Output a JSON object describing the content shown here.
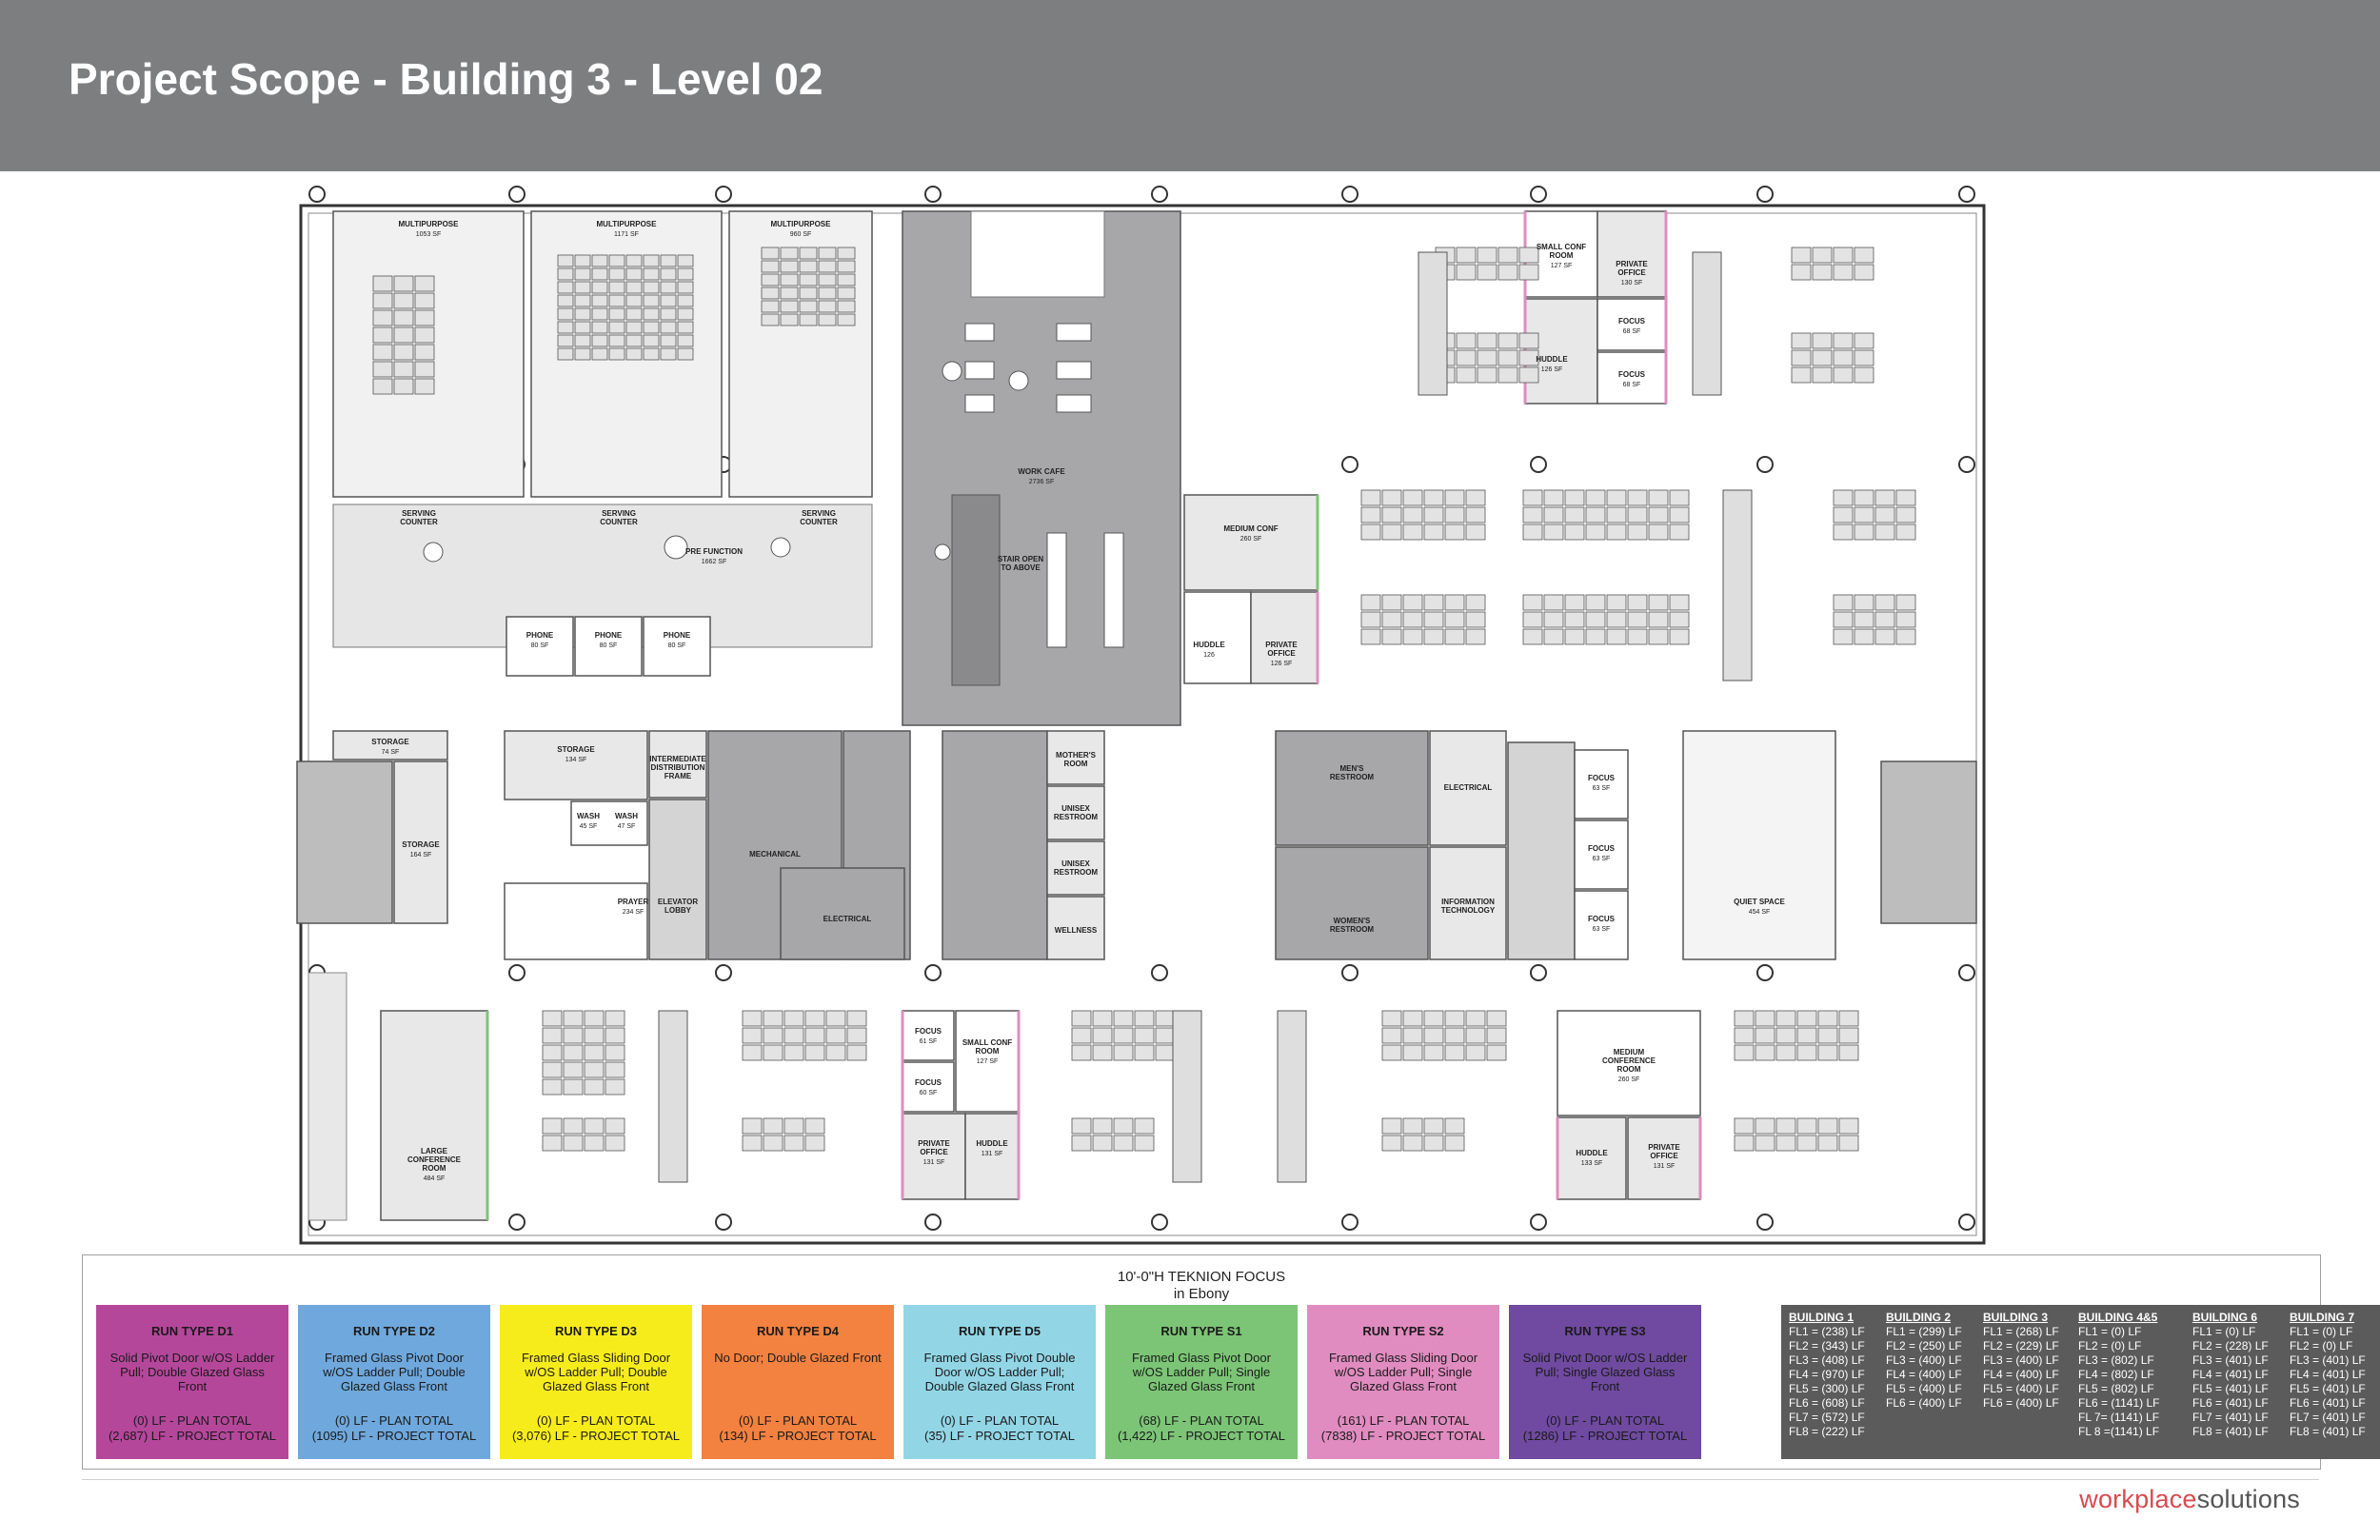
{
  "header": {
    "title": "Project Scope - Building 3 - Level 02"
  },
  "rooms": [
    {
      "id": "mp1",
      "label": "MULTIPURPOSE",
      "area": "1053 SF"
    },
    {
      "id": "mp2",
      "label": "MULTIPURPOSE",
      "area": "1171 SF"
    },
    {
      "id": "mp3",
      "label": "MULTIPURPOSE",
      "area": "960 SF"
    },
    {
      "id": "sc1",
      "label": "SERVING COUNTER",
      "area": ""
    },
    {
      "id": "sc2",
      "label": "SERVING COUNTER",
      "area": ""
    },
    {
      "id": "sc3",
      "label": "SERVING COUNTER",
      "area": ""
    },
    {
      "id": "pre",
      "label": "PRE FUNCTION",
      "area": "1662 SF"
    },
    {
      "id": "ph1",
      "label": "PHONE",
      "area": "80 SF"
    },
    {
      "id": "ph2",
      "label": "PHONE",
      "area": "80 SF"
    },
    {
      "id": "ph3",
      "label": "PHONE",
      "area": "80 SF"
    },
    {
      "id": "cafe",
      "label": "WORK CAFE",
      "area": "2736 SF"
    },
    {
      "id": "stair",
      "label": "STAIR OPEN TO ABOVE",
      "area": ""
    },
    {
      "id": "mconf",
      "label": "MEDIUM CONF",
      "area": "260 SF"
    },
    {
      "id": "hud1",
      "label": "HUDDLE",
      "area": "126"
    },
    {
      "id": "po1",
      "label": "PRIVATE OFFICE",
      "area": "126 SF"
    },
    {
      "id": "scr1",
      "label": "SMALL CONF ROOM",
      "area": "127 SF"
    },
    {
      "id": "po2",
      "label": "PRIVATE OFFICE",
      "area": "130 SF"
    },
    {
      "id": "fs1",
      "label": "FOCUS",
      "area": "68 SF"
    },
    {
      "id": "hud2",
      "label": "HUDDLE",
      "area": "126 SF"
    },
    {
      "id": "fs2",
      "label": "FOCUS",
      "area": "68 SF"
    },
    {
      "id": "stor1",
      "label": "STORAGE",
      "area": "74 SF"
    },
    {
      "id": "stor2",
      "label": "STORAGE",
      "area": "164 SF"
    },
    {
      "id": "stor3",
      "label": "STORAGE",
      "area": "134 SF"
    },
    {
      "id": "wash1",
      "label": "WASH",
      "area": "45 SF"
    },
    {
      "id": "wash2",
      "label": "WASH",
      "area": "47 SF"
    },
    {
      "id": "prayer",
      "label": "PRAYER",
      "area": "234 SF"
    },
    {
      "id": "idf",
      "label": "INTERMEDIATE DISTRIBUTION FRAME",
      "area": ""
    },
    {
      "id": "elev",
      "label": "ELEVATOR LOBBY",
      "area": ""
    },
    {
      "id": "mech",
      "label": "MECHANICAL",
      "area": ""
    },
    {
      "id": "elec1",
      "label": "ELECTRICAL",
      "area": ""
    },
    {
      "id": "mom",
      "label": "MOTHER'S ROOM",
      "area": ""
    },
    {
      "id": "ux1",
      "label": "UNISEX RESTROOM",
      "area": ""
    },
    {
      "id": "ux2",
      "label": "UNISEX RESTROOM",
      "area": ""
    },
    {
      "id": "well",
      "label": "WELLNESS",
      "area": ""
    },
    {
      "id": "mens",
      "label": "MEN'S RESTROOM",
      "area": ""
    },
    {
      "id": "womens",
      "label": "WOMEN'S RESTROOM",
      "area": ""
    },
    {
      "id": "elec2",
      "label": "ELECTRICAL",
      "area": ""
    },
    {
      "id": "it",
      "label": "INFORMATION TECHNOLOGY",
      "area": ""
    },
    {
      "id": "fc1",
      "label": "FOCUS",
      "area": "63 SF"
    },
    {
      "id": "fc2",
      "label": "FOCUS",
      "area": "63 SF"
    },
    {
      "id": "fc3",
      "label": "FOCUS",
      "area": "63 SF"
    },
    {
      "id": "quiet",
      "label": "QUIET SPACE",
      "area": "454 SF"
    },
    {
      "id": "lconf",
      "label": "LARGE CONFERENCE ROOM",
      "area": "484 SF"
    },
    {
      "id": "fb1",
      "label": "FOCUS",
      "area": "61 SF"
    },
    {
      "id": "fb2",
      "label": "FOCUS",
      "area": "60 SF"
    },
    {
      "id": "scr2",
      "label": "SMALL CONF ROOM",
      "area": "127 SF"
    },
    {
      "id": "po3",
      "label": "PRIVATE OFFICE",
      "area": "131 SF"
    },
    {
      "id": "hud3",
      "label": "HUDDLE",
      "area": "131 SF"
    },
    {
      "id": "mconf2",
      "label": "MEDIUM CONFERENCE ROOM",
      "area": "260 SF"
    },
    {
      "id": "hud4",
      "label": "HUDDLE",
      "area": "133 SF"
    },
    {
      "id": "po4",
      "label": "PRIVATE OFFICE",
      "area": "131 SF"
    }
  ],
  "legend": {
    "title_line1": "10'-0\"H TEKNION FOCUS",
    "title_line2": "in Ebony",
    "run_types": [
      {
        "title": "RUN TYPE D1",
        "desc": "Solid Pivot Door w/OS Ladder Pull; Double Glazed Glass Front",
        "plan": "(0) LF - PLAN TOTAL",
        "project": "(2,687) LF - PROJECT TOTAL",
        "color": "#b5479b"
      },
      {
        "title": "RUN TYPE D2",
        "desc": "Framed Glass Pivot Door w/OS Ladder Pull; Double Glazed Glass Front",
        "plan": "(0) LF - PLAN TOTAL",
        "project": "(1095) LF - PROJECT TOTAL",
        "color": "#6fa8dc"
      },
      {
        "title": "RUN TYPE D3",
        "desc": "Framed Glass Sliding Door w/OS Ladder Pull; Double Glazed Glass Front",
        "plan": "(0) LF - PLAN TOTAL",
        "project": "(3,076) LF - PROJECT TOTAL",
        "color": "#f7ec1b"
      },
      {
        "title": "RUN TYPE D4",
        "desc": "No Door; Double Glazed Front",
        "plan": "(0) LF - PLAN TOTAL",
        "project": "(134) LF - PROJECT TOTAL",
        "color": "#f3813f"
      },
      {
        "title": "RUN TYPE D5",
        "desc": "Framed Glass Pivot Double Door w/OS Ladder Pull; Double Glazed Glass Front",
        "plan": "(0) LF - PLAN TOTAL",
        "project": "(35) LF - PROJECT TOTAL",
        "color": "#92d6e6"
      },
      {
        "title": "RUN TYPE S1",
        "desc": "Framed Glass Pivot Door w/OS Ladder Pull; Single Glazed Glass Front",
        "plan": "(68) LF - PLAN TOTAL",
        "project": "(1,422) LF - PROJECT TOTAL",
        "color": "#7cc576"
      },
      {
        "title": "RUN TYPE S2",
        "desc": "Framed Glass Sliding Door w/OS Ladder Pull; Single Glazed Glass Front",
        "plan": "(161) LF - PLAN TOTAL",
        "project": "(7838) LF - PROJECT TOTAL",
        "color": "#e08cc0"
      },
      {
        "title": "RUN TYPE S3",
        "desc": "Solid Pivot Door w/OS Ladder Pull; Single Glazed Glass Front",
        "plan": "(0) LF - PLAN TOTAL",
        "project": "(1286) LF - PROJECT TOTAL",
        "color": "#6f4aa0"
      }
    ],
    "buildings": [
      {
        "name": "BUILDING 1",
        "floors": [
          "FL1 = (238) LF",
          "FL2 = (343) LF",
          "FL3 = (408) LF",
          "FL4 = (970) LF",
          "FL5 = (300) LF",
          "FL6 = (608) LF",
          "FL7 = (572) LF",
          "FL8 = (222) LF"
        ]
      },
      {
        "name": "BUILDING 2",
        "floors": [
          "FL1 = (299) LF",
          "FL2 = (250) LF",
          "FL3 = (400) LF",
          "FL4 = (400) LF",
          "FL5 = (400) LF",
          "FL6 = (400) LF"
        ]
      },
      {
        "name": "BUILDING 3",
        "floors": [
          "FL1 = (268) LF",
          "FL2 = (229) LF",
          "FL3 = (400) LF",
          "FL4 = (400) LF",
          "FL5 = (400) LF",
          "FL6 = (400) LF"
        ]
      },
      {
        "name": "BUILDING 4&5",
        "floors": [
          "FL1 = (0) LF",
          "FL2 = (0) LF",
          "FL3 = (802) LF",
          "FL4 = (802) LF",
          "FL5 = (802) LF",
          "FL6 = (1141) LF",
          "FL 7= (1141) LF",
          "FL 8 =(1141) LF"
        ]
      },
      {
        "name": "BUILDING 6",
        "floors": [
          "FL1 = (0) LF",
          "FL2 = (228) LF",
          "FL3 = (401) LF",
          "FL4 = (401) LF",
          "FL5 = (401) LF",
          "FL6 = (401) LF",
          "FL7 = (401) LF",
          "FL8 = (401) LF"
        ]
      },
      {
        "name": "BUILDING 7",
        "floors": [
          "FL1 = (0) LF",
          "FL2 = (0) LF",
          "FL3 = (401) LF",
          "FL4 = (401) LF",
          "FL5 = (401) LF",
          "FL6 = (401) LF",
          "FL7 = (401) LF",
          "FL8 = (401) LF"
        ]
      }
    ]
  },
  "brand": {
    "part1": "workplace",
    "part2": "solutions"
  }
}
